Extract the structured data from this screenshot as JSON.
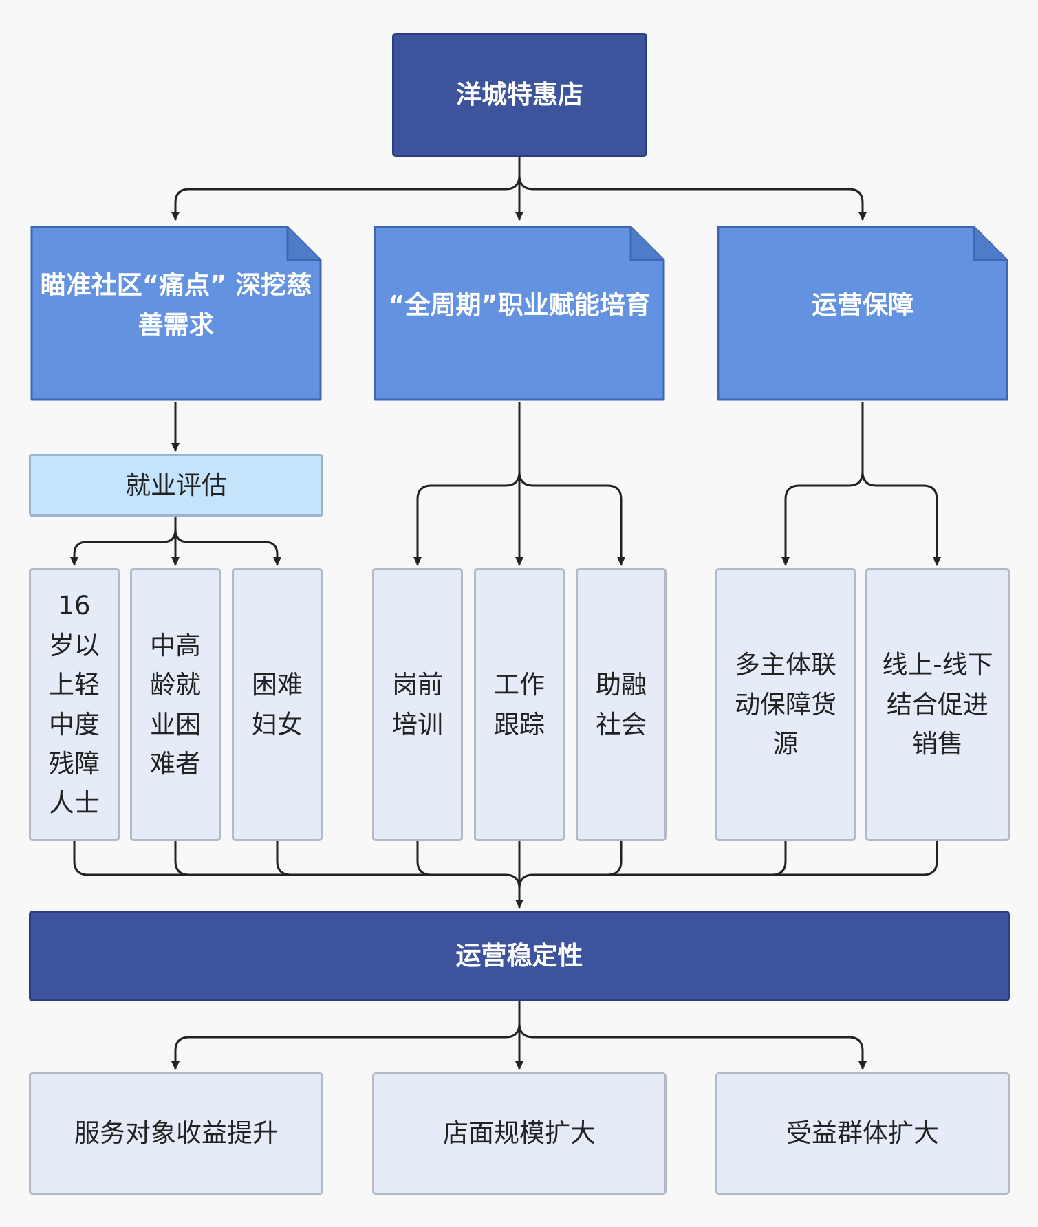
{
  "root": {
    "label": "洋城特惠店"
  },
  "pillars": [
    {
      "label": "瞄准社区“痛点” 深挖慈善需求"
    },
    {
      "label": "“全周期”职业赋能培育"
    },
    {
      "label": "运营保障"
    }
  ],
  "evaluation": {
    "label": "就业评估"
  },
  "groups": [
    {
      "label": "16 岁以上轻中度残障人士"
    },
    {
      "label": "中高龄就业困难者"
    },
    {
      "label": "困难妇女"
    }
  ],
  "training": [
    {
      "label": "岗前培训"
    },
    {
      "label": "工作跟踪"
    },
    {
      "label": "助融社会"
    }
  ],
  "support": [
    {
      "label": "多主体联动保障货源"
    },
    {
      "label": "线上-线下结合促进销售"
    }
  ],
  "stability": {
    "label": "运营稳定性"
  },
  "outcomes": [
    {
      "label": "服务对象收益提升"
    },
    {
      "label": "店面规模扩大"
    },
    {
      "label": "受益群体扩大"
    }
  ],
  "colors": {
    "dark": "#3d539c",
    "pillar": "#6393e0",
    "evaluation": "#c5e4fb",
    "leaf": "#e5ebf7",
    "line": "#222222"
  }
}
